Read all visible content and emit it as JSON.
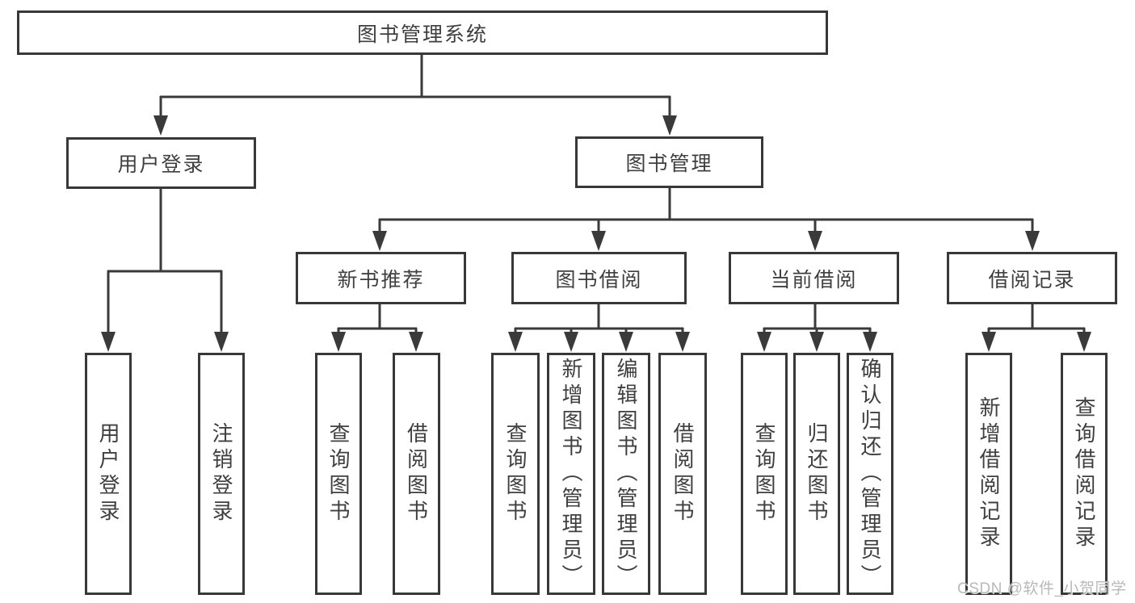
{
  "nodes": {
    "root": "图书管理系统",
    "user_login": "用户登录",
    "book_mgmt": "图书管理",
    "new_book_rec": "新书推荐",
    "book_borrow": "图书借阅",
    "current_borrow": "当前借阅",
    "borrow_records": "借阅记录",
    "ul_user_login": "用户登录",
    "ul_logout": "注销登录",
    "nr_query_books": "查询图书",
    "nr_borrow_books": "借阅图书",
    "bb_query_books": "查询图书",
    "bb_add_books": "新增图书（管理员）",
    "bb_edit_books": "编辑图书（管理员）",
    "bb_borrow_books": "借阅图书",
    "cb_query_books": "查询图书",
    "cb_return_books": "归还图书",
    "cb_confirm_return": "确认归还（管理员）",
    "br_add_record": "新增借阅记录",
    "br_query_record": "查询借阅记录"
  },
  "watermark": "CSDN @软件_小贺同学",
  "colors": {
    "line": "#3a3a3a",
    "box_border": "#383838",
    "box_background": "#ffffff",
    "text": "#3f3f3f",
    "watermark": "#b9b9b9"
  }
}
